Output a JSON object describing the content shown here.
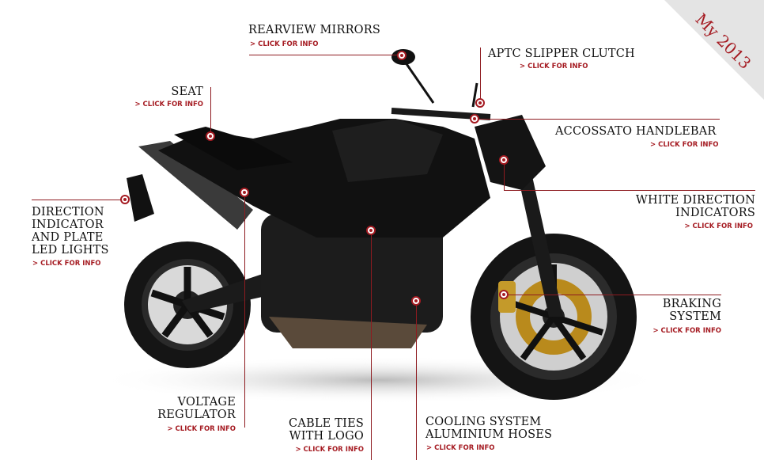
{
  "badge": {
    "text": "My 2013"
  },
  "colors": {
    "accent": "#a51b22",
    "text": "#111111",
    "corner": "#e6e6e6"
  },
  "hotspots": {
    "rearview_mirrors": {
      "title": "REARVIEW MIRRORS",
      "link": "> CLICK FOR INFO"
    },
    "aptc_slipper_clutch": {
      "title": "APTC SLIPPER CLUTCH",
      "link": "> CLICK FOR INFO"
    },
    "seat": {
      "title": "SEAT",
      "link": "> CLICK FOR INFO"
    },
    "accossato_handlebar": {
      "title": "ACCOSSATO HANDLEBAR",
      "link": "> CLICK FOR INFO"
    },
    "white_direction_indicators": {
      "title_1": "WHITE DIRECTION",
      "title_2": "INDICATORS",
      "link": "> CLICK FOR INFO"
    },
    "direction_indicator_plate": {
      "title_1": "DIRECTION",
      "title_2": "INDICATOR",
      "title_3": "AND PLATE",
      "title_4": "LED LIGHTS",
      "link": "> CLICK FOR INFO"
    },
    "braking_system": {
      "title_1": "BRAKING",
      "title_2": "SYSTEM",
      "link": "> CLICK FOR INFO"
    },
    "voltage_regulator": {
      "title_1": "VOLTAGE",
      "title_2": "REGULATOR",
      "link": "> CLICK FOR INFO"
    },
    "cable_ties": {
      "title_1": "CABLE TIES",
      "title_2": "WITH LOGO",
      "link": "> CLICK FOR INFO"
    },
    "cooling_system": {
      "title_1": "COOLING SYSTEM",
      "title_2": "ALUMINIUM HOSES",
      "link": "> CLICK FOR INFO"
    }
  }
}
